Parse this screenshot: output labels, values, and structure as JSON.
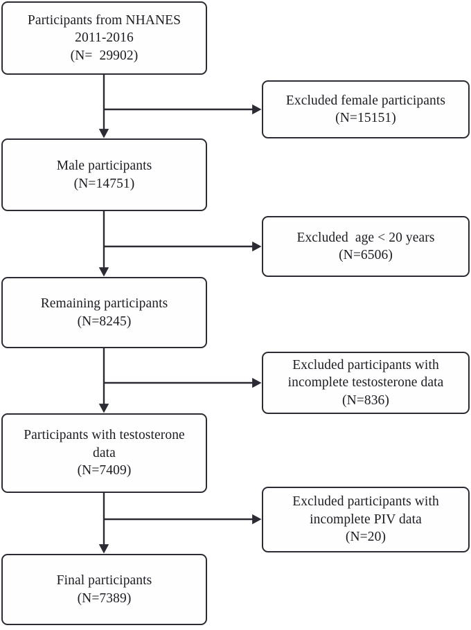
{
  "figure": {
    "type": "flowchart",
    "title": "NHANES participant selection flow diagram",
    "stroke_color": "#2b2b33",
    "background_color": "#ffffff",
    "text_color": "#1c1c22"
  },
  "nodes": {
    "source": {
      "name": "participants-from-nhanes",
      "lines": [
        "Participants from NHANES",
        "2011-2016",
        "(N=  29902)"
      ],
      "count": 29902,
      "label": "Participants from NHANES 2011-2016"
    },
    "male": {
      "name": "male-participants",
      "lines": [
        "Male participants",
        "(N=14751)"
      ],
      "count": 14751,
      "label": "Male participants"
    },
    "remaining": {
      "name": "remaining-participants",
      "lines": [
        "Remaining participants",
        "(N=8245)"
      ],
      "count": 8245,
      "label": "Remaining participants"
    },
    "testosterone": {
      "name": "participants-with-testosterone-data",
      "lines": [
        "Participants with testosterone",
        "data",
        "(N=7409)"
      ],
      "count": 7409,
      "label": "Participants with testosterone data"
    },
    "final": {
      "name": "final-participants",
      "lines": [
        "Final participants",
        "(N=7389)"
      ],
      "count": 7389,
      "label": "Final participants"
    }
  },
  "exclusions": {
    "female": {
      "name": "excluded-female-participants",
      "lines": [
        "Excluded female participants",
        "(N=15151)"
      ],
      "count": 15151,
      "label": "Excluded female participants"
    },
    "age": {
      "name": "excluded-age-under-20",
      "lines": [
        "Excluded  age < 20 years",
        "(N=6506)"
      ],
      "count": 6506,
      "label": "Excluded age < 20 years"
    },
    "testosterone": {
      "name": "excluded-incomplete-testosterone-data",
      "lines": [
        "Excluded participants with",
        "incomplete testosterone data",
        "(N=836)"
      ],
      "count": 836,
      "label": "Excluded participants with incomplete testosterone data"
    },
    "piv": {
      "name": "excluded-incomplete-piv-data",
      "lines": [
        "Excluded participants with",
        "incomplete PIV data",
        "(N=20)"
      ],
      "count": 20,
      "label": "Excluded participants with incomplete PIV data"
    }
  },
  "connectors": [
    {
      "name": "source-to-male",
      "from": "source",
      "to": "male",
      "direction": "down"
    },
    {
      "name": "source-to-excluded-female",
      "from": "source",
      "to": "excluded-female",
      "direction": "right"
    },
    {
      "name": "male-to-remaining",
      "from": "male",
      "to": "remaining",
      "direction": "down"
    },
    {
      "name": "male-to-excluded-age",
      "from": "male",
      "to": "excluded-age",
      "direction": "right"
    },
    {
      "name": "remaining-to-testosterone",
      "from": "remaining",
      "to": "testosterone",
      "direction": "down"
    },
    {
      "name": "remaining-to-excluded-testosterone",
      "from": "remaining",
      "to": "excluded-testosterone",
      "direction": "right"
    },
    {
      "name": "testosterone-to-final",
      "from": "testosterone",
      "to": "final",
      "direction": "down"
    },
    {
      "name": "testosterone-to-excluded-piv",
      "from": "testosterone",
      "to": "excluded-piv",
      "direction": "right"
    }
  ]
}
